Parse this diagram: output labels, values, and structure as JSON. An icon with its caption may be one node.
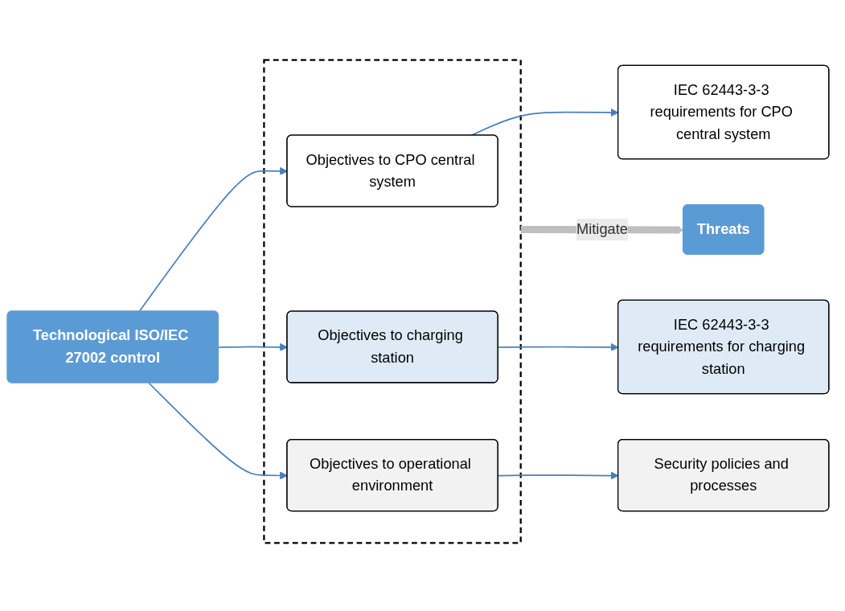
{
  "diagram": {
    "nodes": [
      {
        "text": [
          "Technological ISO/IEC 27002 control"
        ]
      },
      {
        "text": [],
        "shape": "box"
      },
      {
        "text": [
          "Objectives to CPO central system"
        ],
        "in": 1
      },
      {
        "text": [
          "Objectives to charging station"
        ],
        "in": 1
      },
      {
        "text": [
          "Objectives to operational environment"
        ],
        "in": 1
      },
      {
        "text": [
          "IEC 62443-3-3 requirements for CPO central system"
        ]
      },
      {
        "text": [
          "IEC 62443-3-3 requirements for charging station"
        ]
      },
      {
        "text": [
          "Security policies and processes"
        ]
      },
      {
        "text": [
          "Threats"
        ]
      }
    ],
    "edges": [
      {
        "from": 0,
        "to": 2,
        "arrow": "to"
      },
      {
        "from": 0,
        "to": 3,
        "arrow": "to"
      },
      {
        "from": 0,
        "to": 4,
        "arrow": "to"
      },
      {
        "from": 2,
        "to": 5,
        "arrow": "to"
      },
      {
        "from": 3,
        "to": 6,
        "arrow": "to"
      },
      {
        "from": 4,
        "to": 7,
        "arrow": "to"
      },
      {
        "from": 1,
        "to": 8,
        "arrow": "to",
        "label": "Mitigate",
        "style": "thick",
        "color": "#bfbfbf"
      }
    ]
  }
}
